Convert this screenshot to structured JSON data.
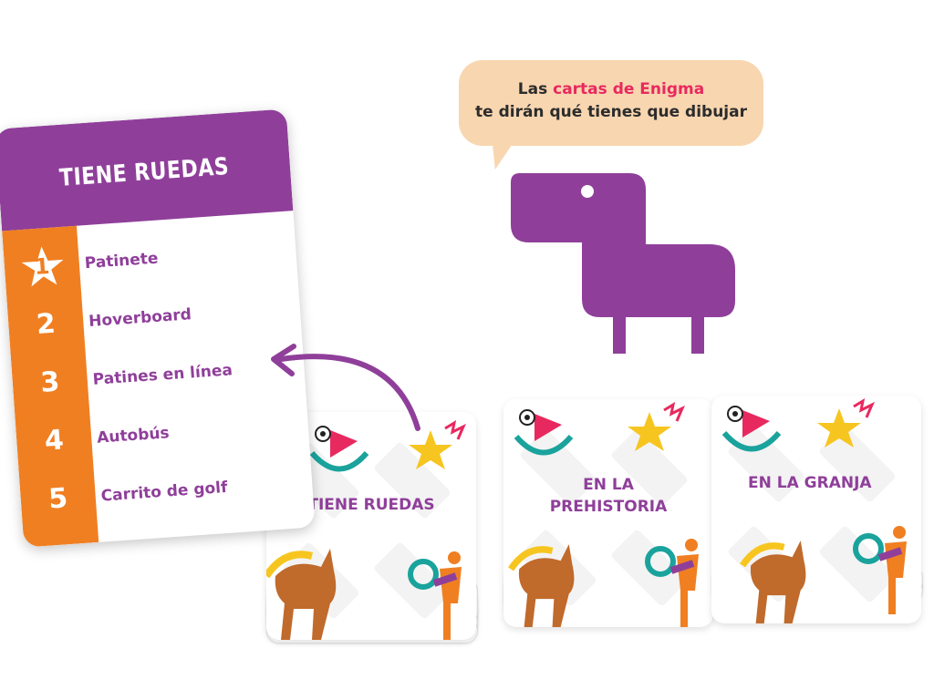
{
  "bubble": {
    "line1_prefix": "Las ",
    "line1_highlight": "cartas de Enigma",
    "line2": "te dirán qué tienes que dibujar"
  },
  "big_card": {
    "title": "TIENE RUEDAS",
    "items": [
      {
        "number": "1",
        "label": "Patinete"
      },
      {
        "number": "2",
        "label": "Hoverboard"
      },
      {
        "number": "3",
        "label": "Patines en línea"
      },
      {
        "number": "4",
        "label": "Autobús"
      },
      {
        "number": "5",
        "label": "Carrito de golf"
      }
    ]
  },
  "decks": [
    {
      "label": "TIENE RUEDAS"
    },
    {
      "label": "EN LA PREHISTORIA"
    },
    {
      "label": "EN LA GRANJA"
    }
  ],
  "colors": {
    "purple": "#8f3f9a",
    "orange": "#f07f22",
    "bubble": "#f8d6b0",
    "highlight": "#e8295f",
    "star": "#f7c520",
    "teal": "#1aa39c",
    "red": "#e8295f",
    "horse": "#c06a2b"
  },
  "icons": [
    "star-icon",
    "clown-face-icon",
    "unicorn-icon",
    "person-ring-icon",
    "dinosaur-icon",
    "arrow-icon"
  ]
}
